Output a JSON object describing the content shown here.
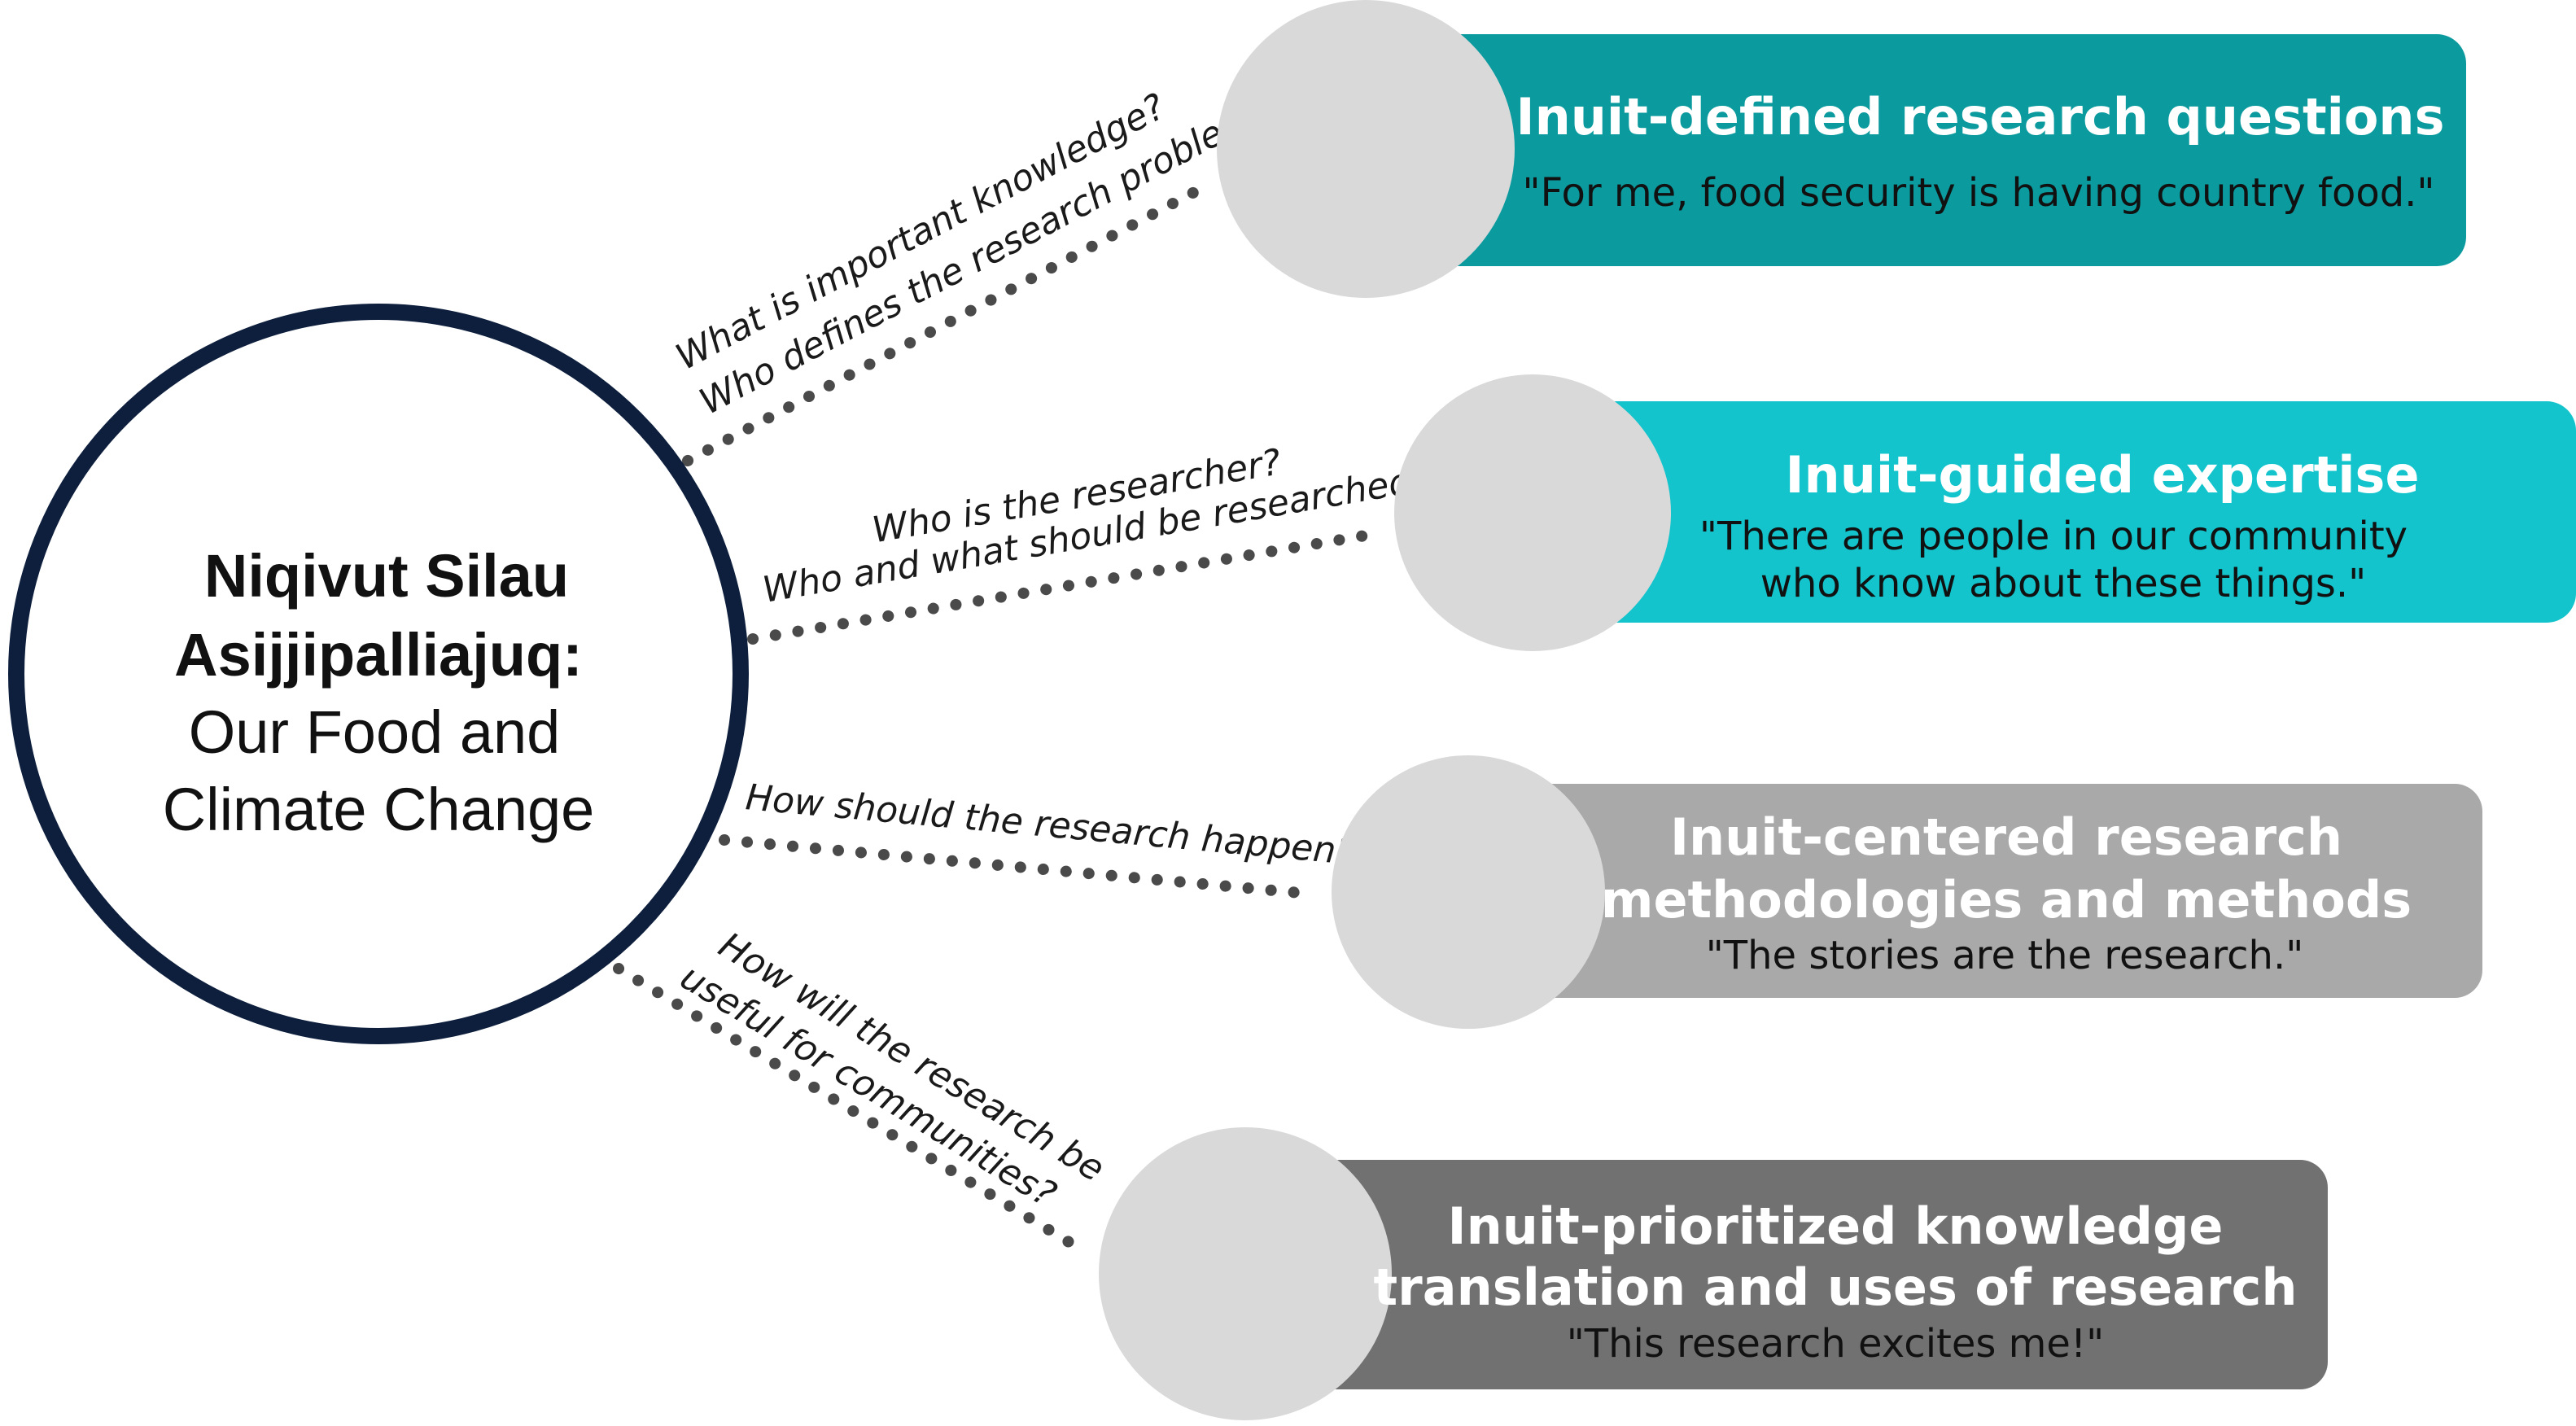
{
  "hub": {
    "title_line1": "Niqivut Silau",
    "title_line2": "Asijjipalliajuq:",
    "subtitle_line1": "Our Food and",
    "subtitle_line2": "Climate Change",
    "border_color": "#0d1f3d"
  },
  "branches": [
    {
      "question_line1": "What is important knowledge?",
      "question_line2": "Who defines the research problem?",
      "title_lines": [
        "Inuit-defined research questions"
      ],
      "quote_lines": [
        "\"For me, food security is having country food.\""
      ],
      "card_color": "#0b9a9e"
    },
    {
      "question_line1": "Who is the researcher?",
      "question_line2": "Who and what should be researched?",
      "title_lines": [
        "Inuit-guided expertise"
      ],
      "quote_lines": [
        "\"There are people in our community",
        "who know about these things.\""
      ],
      "card_color": "#13c4cc"
    },
    {
      "question_line1": "How should the research happen?",
      "question_line2": "",
      "title_lines": [
        "Inuit-centered research",
        "methodologies and methods"
      ],
      "quote_lines": [
        "\"The stories are the research.\""
      ],
      "card_color": "#a9a9a9"
    },
    {
      "question_line1": "How will the research be",
      "question_line2": "useful for communities?",
      "title_lines": [
        "Inuit-prioritized knowledge",
        "translation and uses of research"
      ],
      "quote_lines": [
        "\"This research excites me!\""
      ],
      "card_color": "#717171"
    }
  ],
  "colors": {
    "node_circle": "#d9d9d9",
    "dotted_line": "#4a4a4a"
  }
}
